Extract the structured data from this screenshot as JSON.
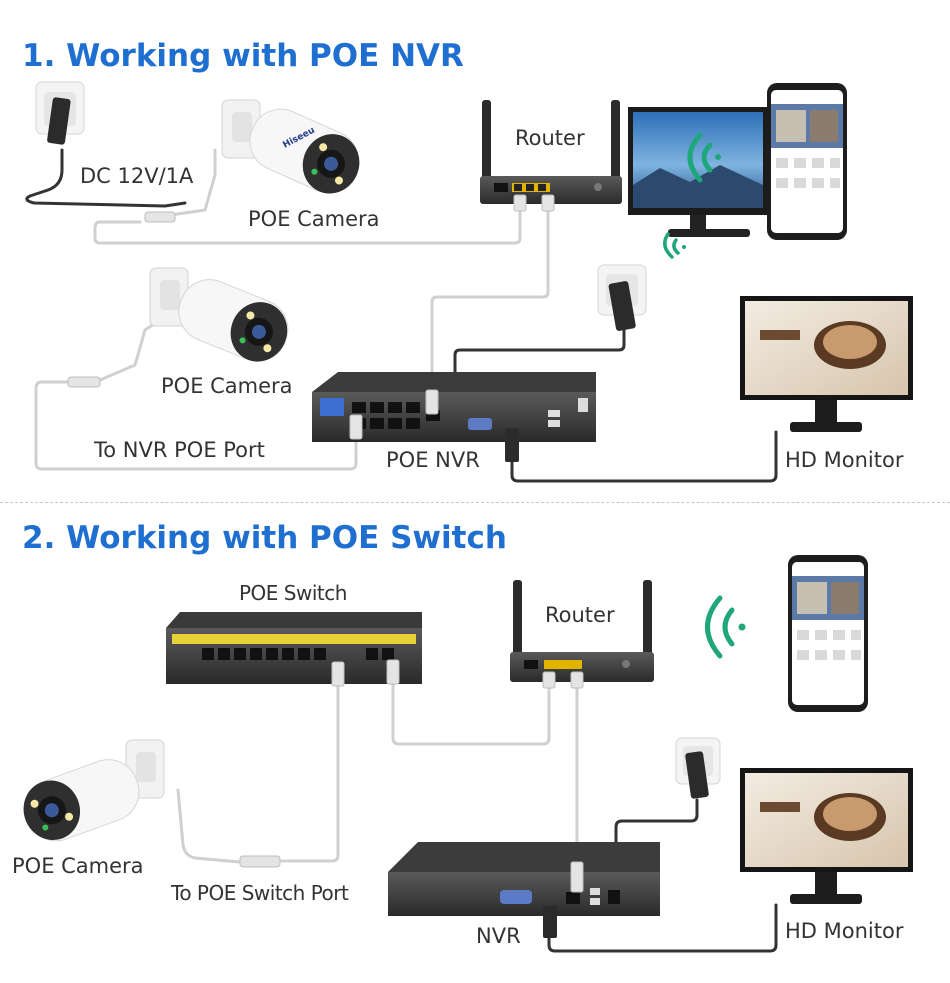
{
  "colors": {
    "heading": "#1f6fd1",
    "label": "#333333",
    "cable_grey": "#d0d0d0",
    "cable_black": "#333333",
    "wifi": "#1fa67a"
  },
  "section1": {
    "heading": "1. Working with POE NVR",
    "labels": {
      "power": "DC 12V/1A",
      "router": "Router",
      "camera_top": "POE Camera",
      "camera_mid": "POE Camera",
      "nvr_port": "To NVR POE Port",
      "nvr": "POE NVR",
      "monitor": "HD Monitor"
    }
  },
  "section2": {
    "heading": "2. Working with POE Switch",
    "labels": {
      "switch": "POE Switch",
      "router": "Router",
      "camera": "POE Camera",
      "switch_port": "To POE Switch Port",
      "nvr": "NVR",
      "monitor": "HD Monitor"
    }
  },
  "brand": {
    "camera_logo": "Hiseeu"
  },
  "icons": {
    "camera": "bullet-camera-icon",
    "router": "wifi-router-icon",
    "nvr": "nvr-recorder-icon",
    "switch": "poe-switch-icon",
    "monitor": "monitor-icon",
    "phone": "smartphone-icon",
    "outlet": "power-outlet-icon",
    "wifi": "wifi-signal-icon"
  }
}
